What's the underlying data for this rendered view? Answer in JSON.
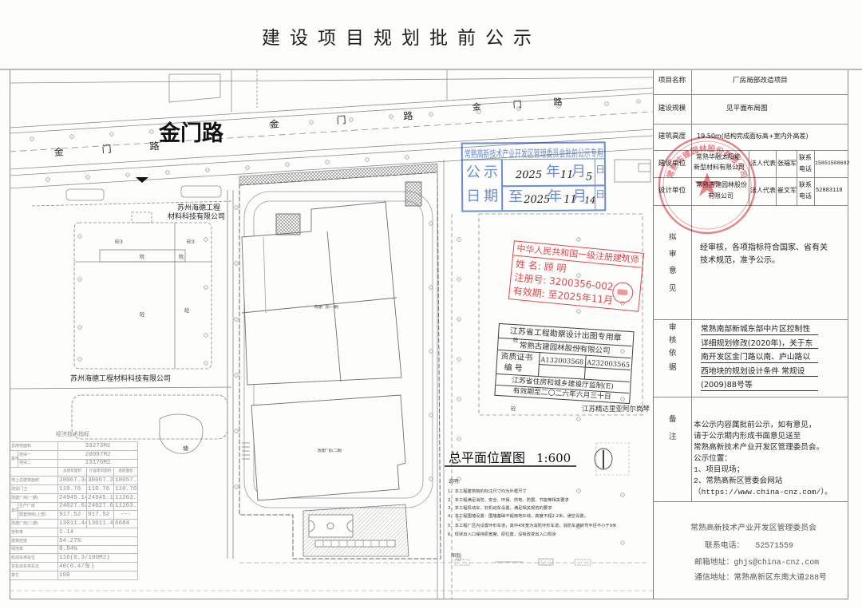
{
  "title": "建设项目规划批前公示",
  "colors": {
    "notice_stamp": "#6b8fd3",
    "architect_stamp": "#e2474b",
    "drawing_stamp": "#3f3f3f",
    "round_seal": "#d9363e",
    "table_line": "#8c8c8c"
  },
  "info": {
    "project_name": {
      "label": "项目名称",
      "value": "厂房局部改造项目"
    },
    "scale": {
      "label": "建设规模",
      "value": "见平面布局图"
    },
    "height": {
      "label": "建筑高度",
      "value": "19.50m(结构完成面标高+室内外高差)"
    },
    "builder": {
      "label": "建设单位",
      "name_line1": "常熟华融太阳能",
      "name_line2": "新型材料有限公司",
      "rep_label": "法人代表",
      "rep": "张福军",
      "phone_label_1": "联系",
      "phone_label_2": "电话",
      "phone": "15851508682"
    },
    "designer": {
      "label": "设计单位",
      "name_line1": "常熟古建园林股份",
      "name_line2": "有限公司",
      "rep_label": "法人代表",
      "rep": "崔文军",
      "phone_label_1": "联系",
      "phone_label_2": "电话",
      "phone": "52883118"
    },
    "opinion": {
      "label": [
        "拟",
        "审",
        "意",
        "见"
      ],
      "lines": [
        "经审核，各项指标符合国家、省有关",
        "技术规范，准予公示。"
      ]
    },
    "basis": {
      "label": [
        "审",
        "核",
        "依",
        "据"
      ],
      "lines": [
        "常熟南部新城东部中片区控制性",
        "详细规划修改(2020年)，关于东",
        "南开发区金门路以南、庐山路以",
        "西地块的规划设计条件 常规设",
        "(2009)88号等"
      ]
    },
    "remarks": {
      "label": [
        "备",
        "注"
      ],
      "lines": [
        "本公示内容属批前公示，如有意见，",
        "请于公示期内形成书面意见送至",
        "常熟高新技术产业开发区管理委员会。",
        "公示位置：",
        "1、项目现场；",
        "2、常熟高新区管委会网站",
        "（https://www.china-cnz.com/）。"
      ]
    },
    "footer": {
      "org": "常熟高新技术产业开发区管理委员会",
      "phone_label": "联系电话：",
      "phone": "52571559",
      "email_label": "邮箱地址：",
      "email": "ghjs@china-cnz.com",
      "address_label": "通信地址：",
      "address": "常熟高新区东南大道288号"
    }
  },
  "map": {
    "road_main": "金门路",
    "road_small": "金门路",
    "neighbor_company": "苏州海德工程材料科技有限公司",
    "neighbor_company_line1": "苏州海德工程",
    "neighbor_company_line2": "材料科技有限公司",
    "east_neighbor": "江苏精达里亚阿尔岗琴",
    "concrete": "砼",
    "concrete3": "砼3",
    "yard": "院",
    "pond": "塘",
    "phase1": "改建厂房(一期)",
    "phase2": "改建厂房(二期)"
  },
  "plan": {
    "title": "总平面位置图",
    "scale": "1:600",
    "notes_heading": "说明:",
    "notes": [
      "1、本工程建筑物的标注尺寸均为外框尺寸",
      "2、本工程满足消防、安全、环保、供电、防雷、节能等相关要求",
      "3、本工程机动车、非机动车设置，满足相关规范的要求",
      "4、本工程围墙设置：围墙基础不超用地红线，高度不超2.2米，通空设置。",
      "5、本工程厂区内设置环形车道，其中4米宽为消防环形车道，消防车道转弯半径不小于9米",
      "6、现状出入口保持原宽度、原位置，没有改变出入口现状"
    ],
    "legend_heading": "图例:"
  },
  "tech_table": {
    "title": "经济技术指标",
    "site_area_label": "总用地面积",
    "site_area": "33273M2",
    "of_which": "其中",
    "plot1_label": "地块一",
    "plot1": "20097M2",
    "plot2_label": "地块二",
    "plot2": "13176M2",
    "columns": [
      "总建筑面积",
      "计容建筑面积",
      "基底面积"
    ],
    "area_rows": [
      {
        "label": "地上总建筑面积",
        "values": [
          "38067.34",
          "38067.34",
          "18057.89"
        ]
      },
      {
        "label": "改造门卫",
        "values": [
          "110.76",
          "110.76",
          "110.76"
        ]
      },
      {
        "label": "改建厂房(一期)",
        "values": [
          "24945.14",
          "24945.14",
          "11263.13"
        ]
      },
      {
        "label": "生产厂房",
        "values": [
          "24027.62",
          "24027.62",
          "11263.13"
        ]
      },
      {
        "label": "配套用房(上部)",
        "values": [
          "917.52",
          "917.52",
          "---"
        ]
      },
      {
        "label": "改建厂房(二期)",
        "values": [
          "13011.44",
          "13011.44",
          "6684"
        ]
      }
    ],
    "ratio_rows": [
      {
        "label": "容积率",
        "value": "1.14"
      },
      {
        "label": "建筑密度",
        "value": "54.27%"
      },
      {
        "label": "绿地率",
        "value": "8.84%"
      },
      {
        "label": "机动车停车位",
        "value": "116(0.3/100M2)"
      },
      {
        "label": "非机动车停车位",
        "value": "40(0.4/车)"
      },
      {
        "label": "其它",
        "value": "100"
      }
    ]
  },
  "stamps": {
    "notice": {
      "header": "常熟高新技术产业开发区管理委员会批前公示专用章",
      "label_chars": [
        "公",
        "示",
        "日",
        "期"
      ],
      "from": {
        "year": "2025",
        "year_unit": "年",
        "month": "11",
        "month_unit": "月",
        "day": "5",
        "day_unit": "日"
      },
      "to_prefix": "至",
      "to": {
        "year": "2025",
        "year_unit": "年",
        "month": "11",
        "month_unit": "月",
        "day": "14",
        "day_unit": "日"
      }
    },
    "architect": {
      "header": "中华人民共和国一级注册建筑师",
      "name_label": "姓  名:",
      "name": "顾     明",
      "reg_label": "注册号:",
      "reg": "3200356-002",
      "valid_label": "有效期:",
      "valid": "至2025年11月"
    },
    "drawing": {
      "header": "江苏省工程勘察设计出图专用章",
      "company": "常熟古建园林股份有限公司",
      "cert_label_1": "资质证书",
      "cert_label_2": "编  号",
      "cert_1": "A132003568",
      "cert_2": "A232003565",
      "supervisor": "江苏省住房和城乡建设厅监制(E)",
      "valid": "有效期至二〇二六年六月三十日"
    },
    "round_seal": {
      "text": "常熟古建园林股份有限公司"
    }
  }
}
